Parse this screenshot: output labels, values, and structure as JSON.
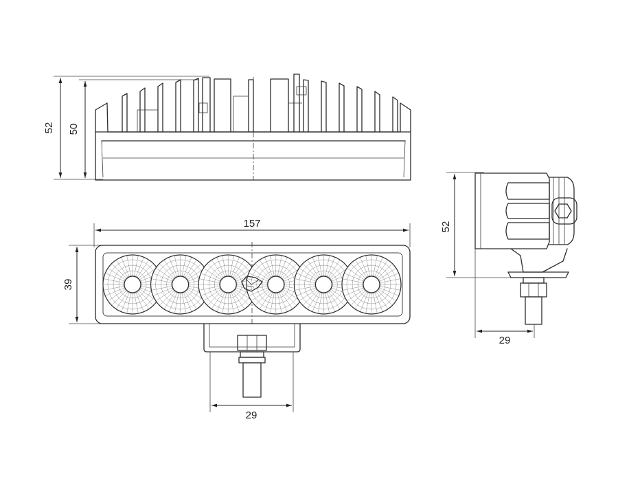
{
  "dimensions": {
    "top_view_height_outer": "52",
    "top_view_height_inner": "50",
    "front_view_width": "157",
    "front_view_height": "39",
    "front_view_bracket_width": "29",
    "side_view_height": "52",
    "side_view_depth": "29"
  },
  "lens_count": 6,
  "icons": {
    "logo": "dragon-logo-icon",
    "bolt": "mounting-bolt-icon"
  }
}
